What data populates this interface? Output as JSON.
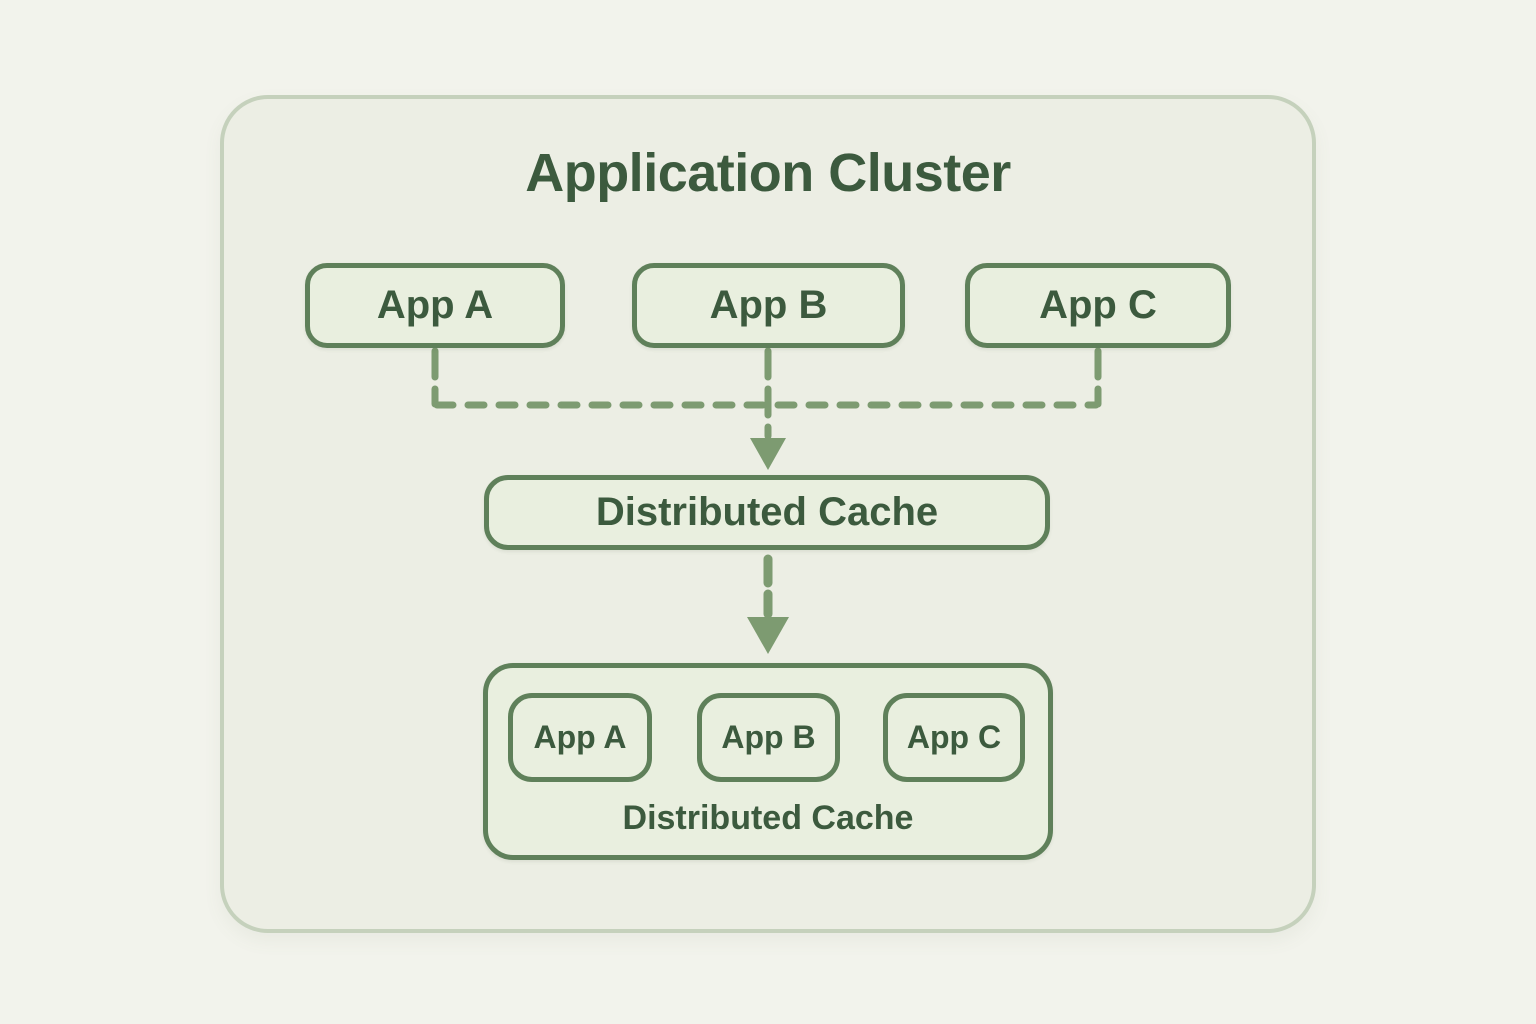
{
  "diagram": {
    "title": "Application Cluster",
    "top_nodes": [
      {
        "label": "App A"
      },
      {
        "label": "App B"
      },
      {
        "label": "App C"
      }
    ],
    "cache_node": {
      "label": "Distributed Cache"
    },
    "bottom_cluster": {
      "nodes": [
        {
          "label": "App A"
        },
        {
          "label": "App B"
        },
        {
          "label": "App C"
        }
      ],
      "label": "Distributed Cache"
    }
  },
  "colors": {
    "page_bg": "#f2f3ec",
    "panel_bg": "#eceee4",
    "panel_border": "#c5d1bc",
    "node_bg": "#e9efdf",
    "node_border": "#5f805a",
    "text": "#3c5a3e",
    "connector": "#7d9b71"
  }
}
